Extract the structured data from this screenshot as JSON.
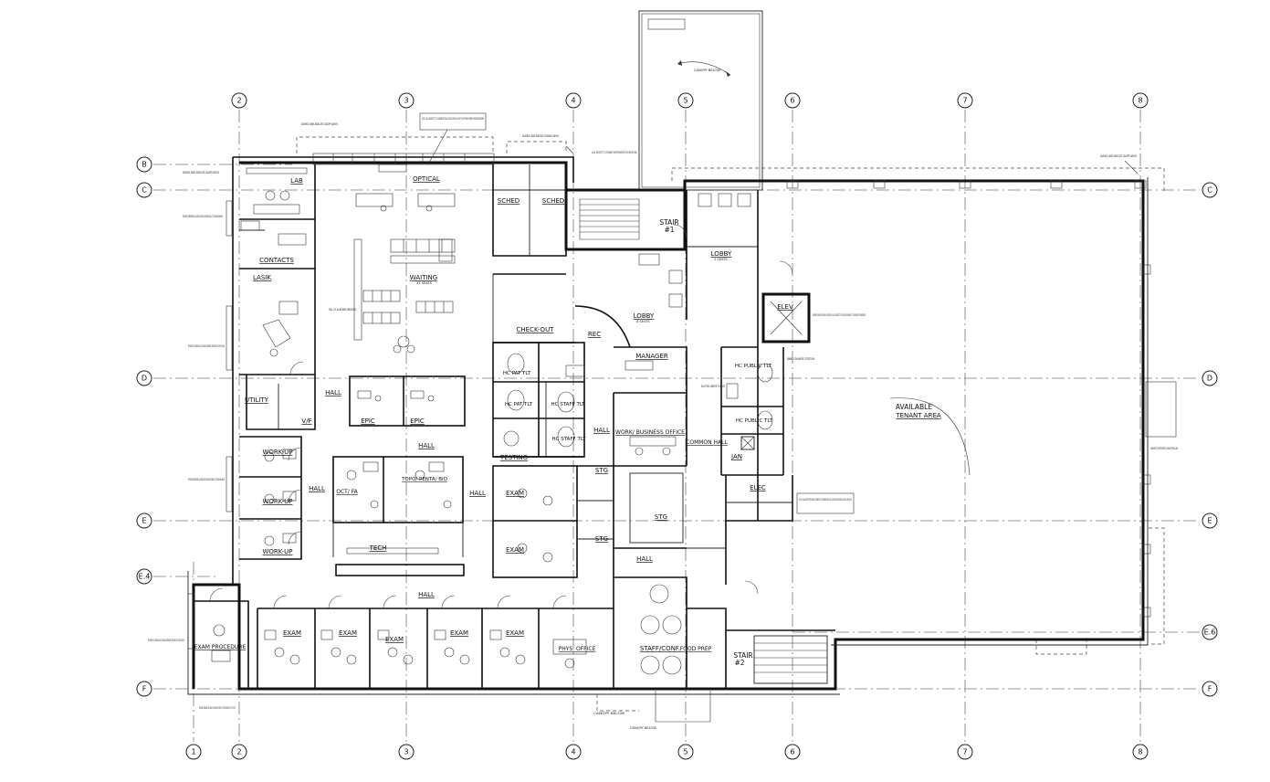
{
  "grid": {
    "columns": [
      "1",
      "2",
      "3",
      "4",
      "5",
      "6",
      "7",
      "8"
    ],
    "rows": [
      "B",
      "C",
      "D",
      "E",
      "E.4",
      "E.6",
      "F"
    ]
  },
  "rooms": {
    "lab": "LAB",
    "optical": "OPTICAL",
    "contacts": "CONTACTS",
    "lasik": "LASIK",
    "waiting": "WAITING",
    "waiting_sub": "37 SEATS",
    "sched_1": "SCHED",
    "sched_2": "SCHED",
    "stair_1": "STAIR",
    "stair_1_num": "#1",
    "lobby_1": "LOBBY",
    "lobby_1_sub": "8 SEATS",
    "lobby_2": "LOBBY",
    "lobby_2_sub": "2 SEATS",
    "check_out": "CHECK-OUT",
    "rec": "REC",
    "manager": "MANAGER",
    "utility": "UTILITY",
    "vf": "V/F",
    "hall_1": "HALL",
    "hall_2": "HALL",
    "hall_3": "HALL",
    "hall_4": "HALL",
    "hall_5": "HALL",
    "hall_6": "HALL",
    "hall_7": "HALL",
    "epic_1": "EPIC",
    "epic_2": "EPIC",
    "hc_pat_tlt_1": "HC PAT TLT",
    "hc_pat_tlt_2": "HC PAT TLT",
    "hc_staff_tlt_1": "HC STAFF TLT",
    "hc_staff_tlt_2": "HC STAFF TLT",
    "hc_public_tlt_1": "HC PUBLIC TLT",
    "hc_public_tlt_2": "HC PUBLIC TLT",
    "work_business": "WORK/ BUSINESS OFFICE",
    "common_hall": "COMMON HALL",
    "jan": "JAN",
    "elec": "ELEC",
    "elev": "ELEV",
    "work_up_1": "WORK-UP",
    "work_up_2": "WORK-UP",
    "work_up_3": "WORK-UP",
    "oct_fa": "OCT/ FA",
    "topo": "TOPO/ PENTA/ BIO",
    "testing": "TESTING",
    "exam_1": "EXAM",
    "exam_2": "EXAM",
    "stg_1": "STG",
    "stg_2": "STG",
    "stg_3": "STG",
    "tech": "TECH",
    "exam_proc": "EXAM PROCEDURE",
    "exam_3": "EXAM",
    "exam_4": "EXAM",
    "exam_5": "EXAM",
    "exam_6": "EXAM",
    "exam_7": "EXAM",
    "phys_office": "PHYS. OFFICE",
    "staff_conf": "STAFF/CONF.",
    "food_prep": "FOOD PREP",
    "stair_2": "STAIR",
    "stair_2_num": "#2",
    "available": "AVAILABLE",
    "tenant_area": "TENANT AREA"
  },
  "notes": {
    "canopy_below_top": "CANOPY BELOW",
    "canopy_below_bottom": "CANOPY BELOW",
    "dashed_lines_1": "DASHED LINES INDICATE CANOPY ABOVE",
    "dashed_lines_2": "DASHED LINES INDICATE SIGNAGE ABOVE",
    "dashed_lines_3": "DASHED LINES INDICATE CANOPY ABOVE",
    "dashed_lines_4": "DASHED LINES INDICATE CANOPY ABOVE",
    "note_optical": "NOTE: LOCAL ARCHITECT TO COORDINATE FINAL OPTICAL DISPLAY LAYOUT W/ SUPPLIER/ OWNER/ INTERIOR DESIGNER",
    "note_local_arch": "LOCAL ARCHITECT TO COORDINATE INCORPORATION OF DECORATIVE WALL",
    "note_elev": "MACHINE ROOMLESS HYDRAULIC ELEVATOR. LOCAL ARCHITECT/ STRUCTURAL ENGINEER TO COORDINATE REQUIREMENTS",
    "note_mech": "NOTE: LOCAL ARCHITECT/ MECHANICAL ENGINEER TO COORDINATE FINAL SIZE/ LOCATION OF MECHANICAL CHASE AS REQUIRED.",
    "provide_glazing_1": "PROVIDE SPANDREL GLAZING W/ ENCLOSURE WALL TO PLENUM ABOVE",
    "provide_glazing_2": "PROVIDE ROLL DOWN BLACK-OUT SHADE (OWNER/INT. DESIGNER TO COORD. FINISH)",
    "provide_glazing_3": "PROVIDE SPANDREL GLAZING W/ ENCLOSURE WALL TO PLENUM ABOVE",
    "provide_glazing_4": "PROVIDE ROLL DOWN BLACK-OUT SHADE (OWNER/INT. DESIGNER TO COORD. FINISH)",
    "provide_glazing_5": "PROVIDE SPANDREL GLAZING AT LOWER SECTION OF THE WINDOW UP TO 36\" AFF",
    "full_ht": "FULL HT. ALUMINUM WINDOWS",
    "cabinet_supported": "CABINET SUPPORTED CANOPY BELOW",
    "drinking_station": "BABY CHANGE STATION",
    "electric_water": "ELECTRIC WATER COOLER"
  }
}
